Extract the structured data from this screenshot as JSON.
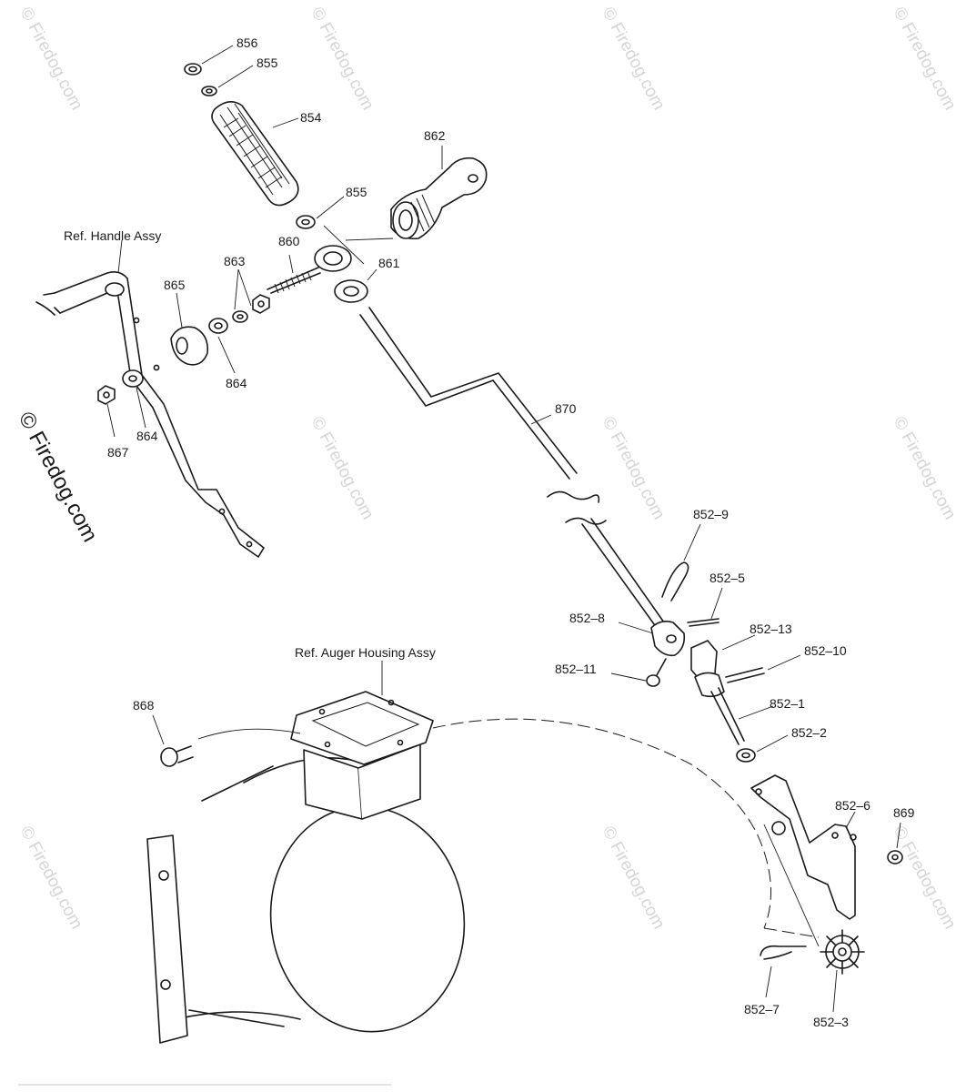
{
  "watermark": {
    "text": "© Firedog.com",
    "prominent_text": "© Firedog.com"
  },
  "references": {
    "handle_assy": "Ref. Handle Assy",
    "auger_housing_assy": "Ref. Auger Housing Assy"
  },
  "parts": {
    "p856": "856",
    "p855_top": "855",
    "p854": "854",
    "p862": "862",
    "p855_mid": "855",
    "p860": "860",
    "p863": "863",
    "p861": "861",
    "p865": "865",
    "p864_right": "864",
    "p864_left": "864",
    "p867": "867",
    "p870": "870",
    "p852_9": "852–9",
    "p852_5": "852–5",
    "p852_8": "852–8",
    "p852_13": "852–13",
    "p852_10": "852–10",
    "p852_11": "852–11",
    "p852_1": "852–1",
    "p852_2": "852–2",
    "p852_6": "852–6",
    "p869": "869",
    "p868": "868",
    "p852_7": "852–7",
    "p852_3": "852–3"
  }
}
